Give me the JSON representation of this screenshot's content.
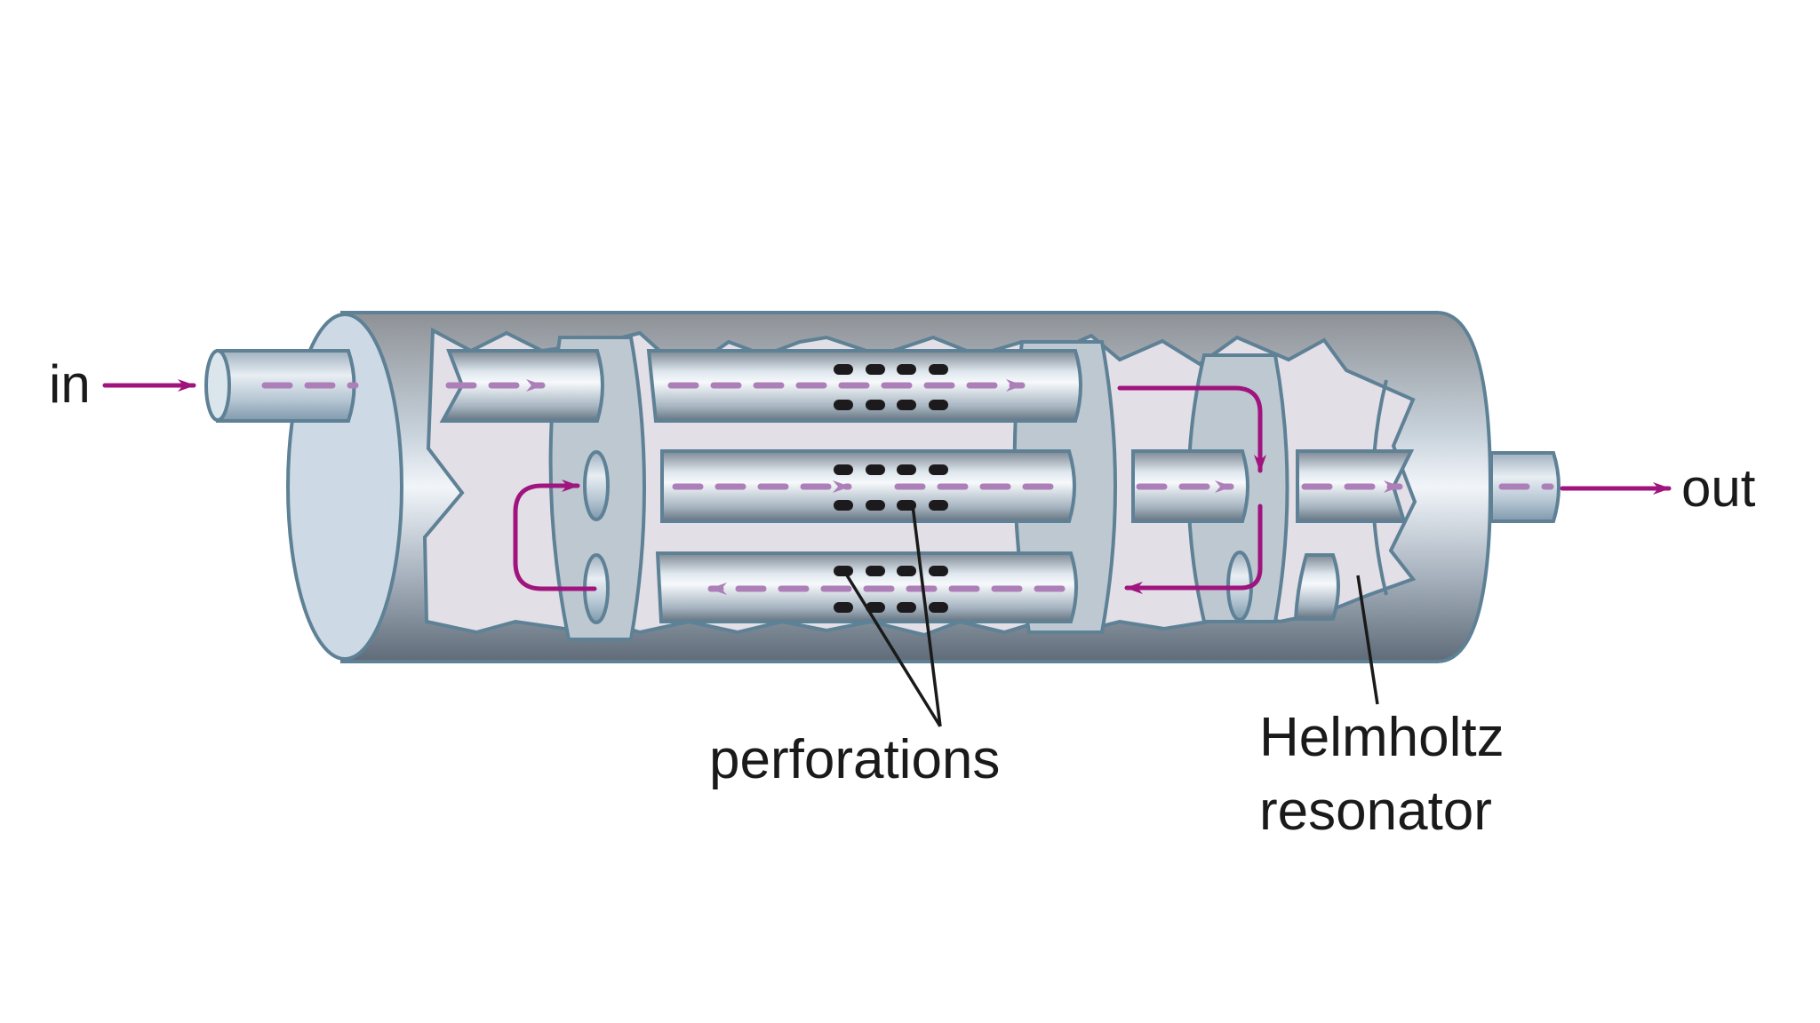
{
  "title": "Muffler cross-section with perforated tubes and Helmholtz resonator",
  "labels": {
    "inlet": "in",
    "outlet": "out",
    "perforations": "perforations",
    "resonator_line1": "Helmholtz",
    "resonator_line2": "resonator"
  },
  "colors": {
    "outline": "#5e8196",
    "flow_arrow": "#a0147e",
    "internal_flow": "#ad7fb8",
    "cutaway_fill": "#e3dfe6",
    "end_cap": "#cdd9e4",
    "baffle": "#bec8d1",
    "perforation": "#1c1a1c",
    "label_text": "#1a1a1a"
  },
  "components": [
    {
      "name": "inlet-pipe"
    },
    {
      "name": "outlet-pipe"
    },
    {
      "name": "outer-shell"
    },
    {
      "name": "baffle-1"
    },
    {
      "name": "baffle-2"
    },
    {
      "name": "baffle-3"
    },
    {
      "name": "perforated-tube-top"
    },
    {
      "name": "perforated-tube-middle"
    },
    {
      "name": "perforated-tube-bottom"
    },
    {
      "name": "helmholtz-resonator-neck"
    }
  ]
}
